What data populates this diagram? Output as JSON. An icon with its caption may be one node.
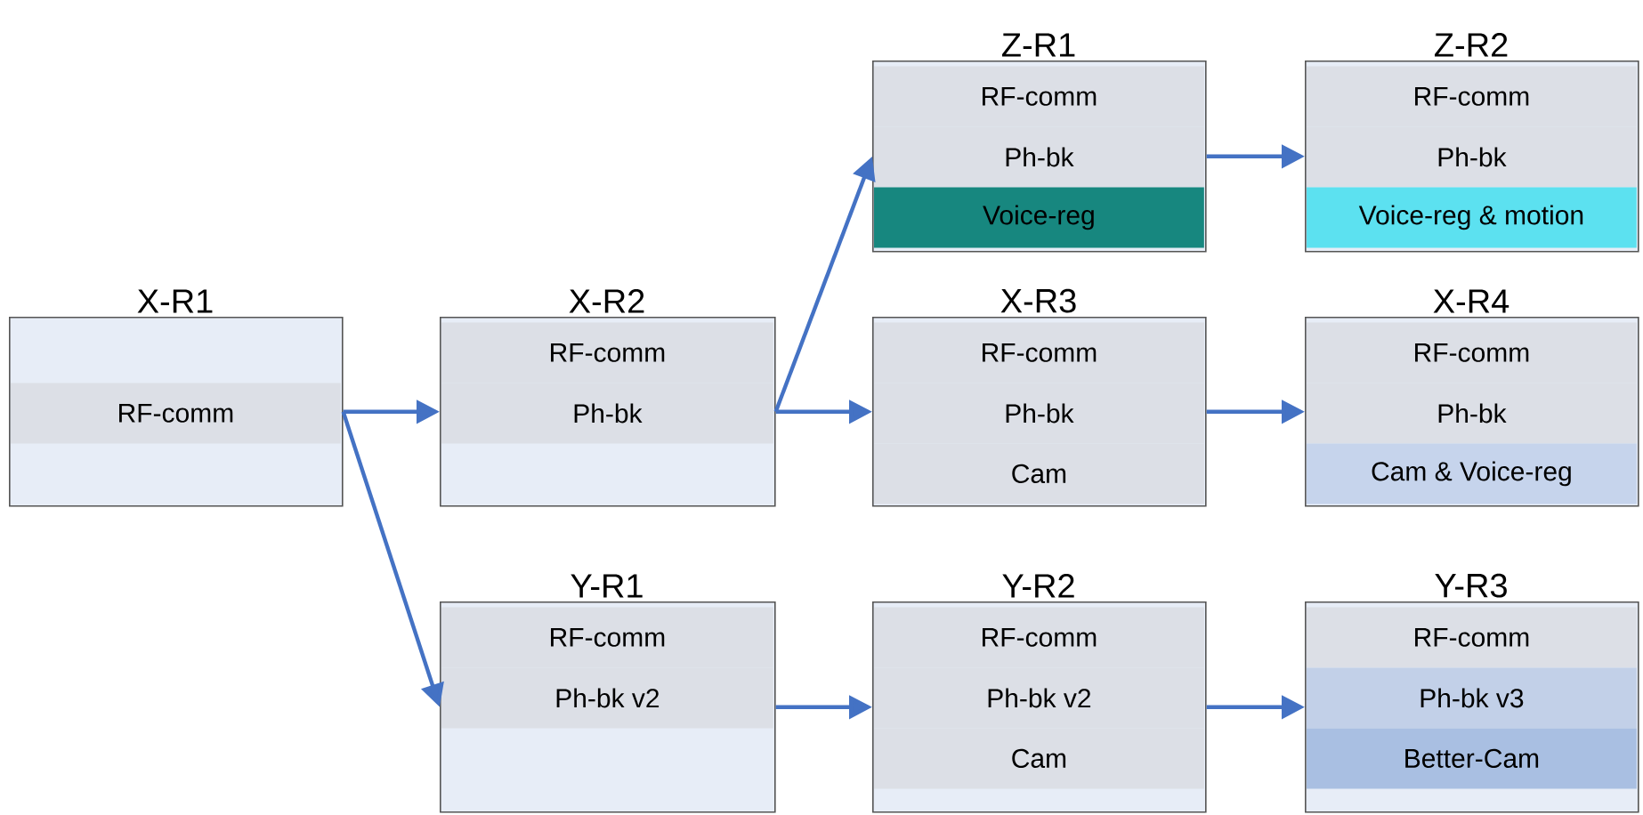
{
  "diagram": {
    "nodes": [
      {
        "text": [
          "Z-R1",
          "RF-comm",
          "Ph-bk",
          "Voice-reg"
        ]
      },
      {
        "text": [
          "Z-R2",
          "RF-comm",
          "Ph-bk",
          "Voice-reg & motion"
        ]
      },
      {
        "text": [
          "X-R1",
          "RF-comm"
        ]
      },
      {
        "text": [
          "X-R2",
          "RF-comm",
          "Ph-bk"
        ]
      },
      {
        "text": [
          "X-R3",
          "RF-comm",
          "Ph-bk",
          "Cam"
        ]
      },
      {
        "text": [
          "X-R4",
          "RF-comm",
          "Ph-bk",
          "Cam & Voice-reg"
        ]
      },
      {
        "text": [
          "Y-R1",
          "RF-comm",
          "Ph-bk v2"
        ]
      },
      {
        "text": [
          "Y-R2",
          "RF-comm",
          "Ph-bk v2",
          "Cam"
        ]
      },
      {
        "text": [
          "Y-R3",
          "RF-comm",
          "Ph-bk v3",
          "Better-Cam"
        ]
      }
    ],
    "edges": [
      {
        "from": 2,
        "to": 3,
        "arrow": "to"
      },
      {
        "from": 2,
        "to": 6,
        "arrow": "to"
      },
      {
        "from": 3,
        "to": 0,
        "arrow": "to"
      },
      {
        "from": 3,
        "to": 4,
        "arrow": "to"
      },
      {
        "from": 0,
        "to": 1,
        "arrow": "to"
      },
      {
        "from": 4,
        "to": 5,
        "arrow": "to"
      },
      {
        "from": 6,
        "to": 7,
        "arrow": "to"
      },
      {
        "from": 7,
        "to": 8,
        "arrow": "to"
      }
    ]
  }
}
